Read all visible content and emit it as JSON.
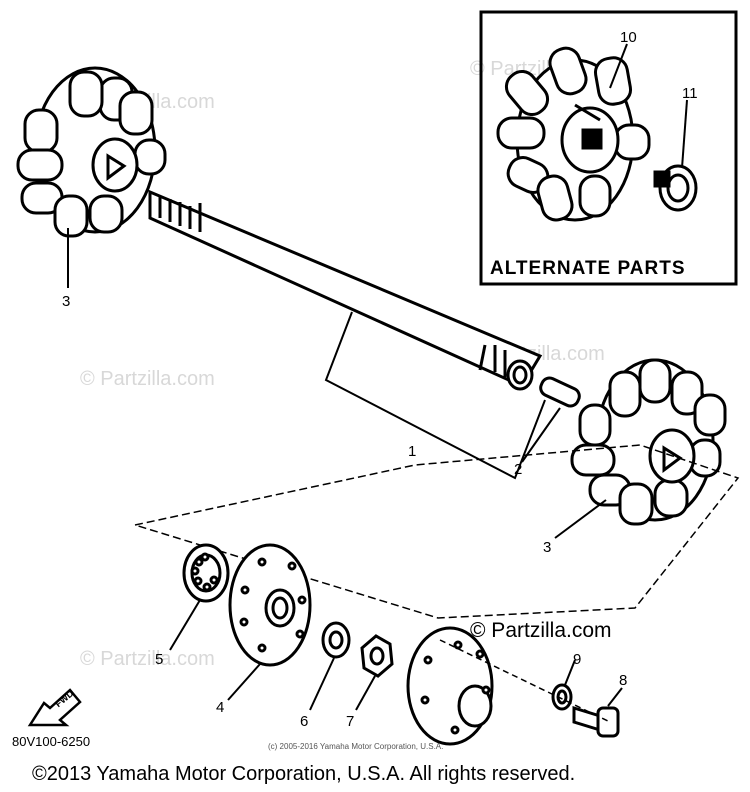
{
  "callouts": {
    "c1": "1",
    "c2": "2",
    "c3_left": "3",
    "c3_right": "3",
    "c4": "4",
    "c5": "5",
    "c6": "6",
    "c7": "7",
    "c8": "8",
    "c9": "9",
    "c10": "10",
    "c11": "11"
  },
  "alternate_parts_label": "ALTERNATE PARTS",
  "diagram_code": "80V100-6250",
  "fwd_label": "FWD",
  "watermark": "© Partzilla.com",
  "watermark_strong": "© Partzilla.com",
  "small_notice": "(c) 2005-2016 Yamaha Motor Corporation, U.S.A.",
  "copyright": "©2013 Yamaha Motor Corporation, U.S.A. All rights reserved."
}
